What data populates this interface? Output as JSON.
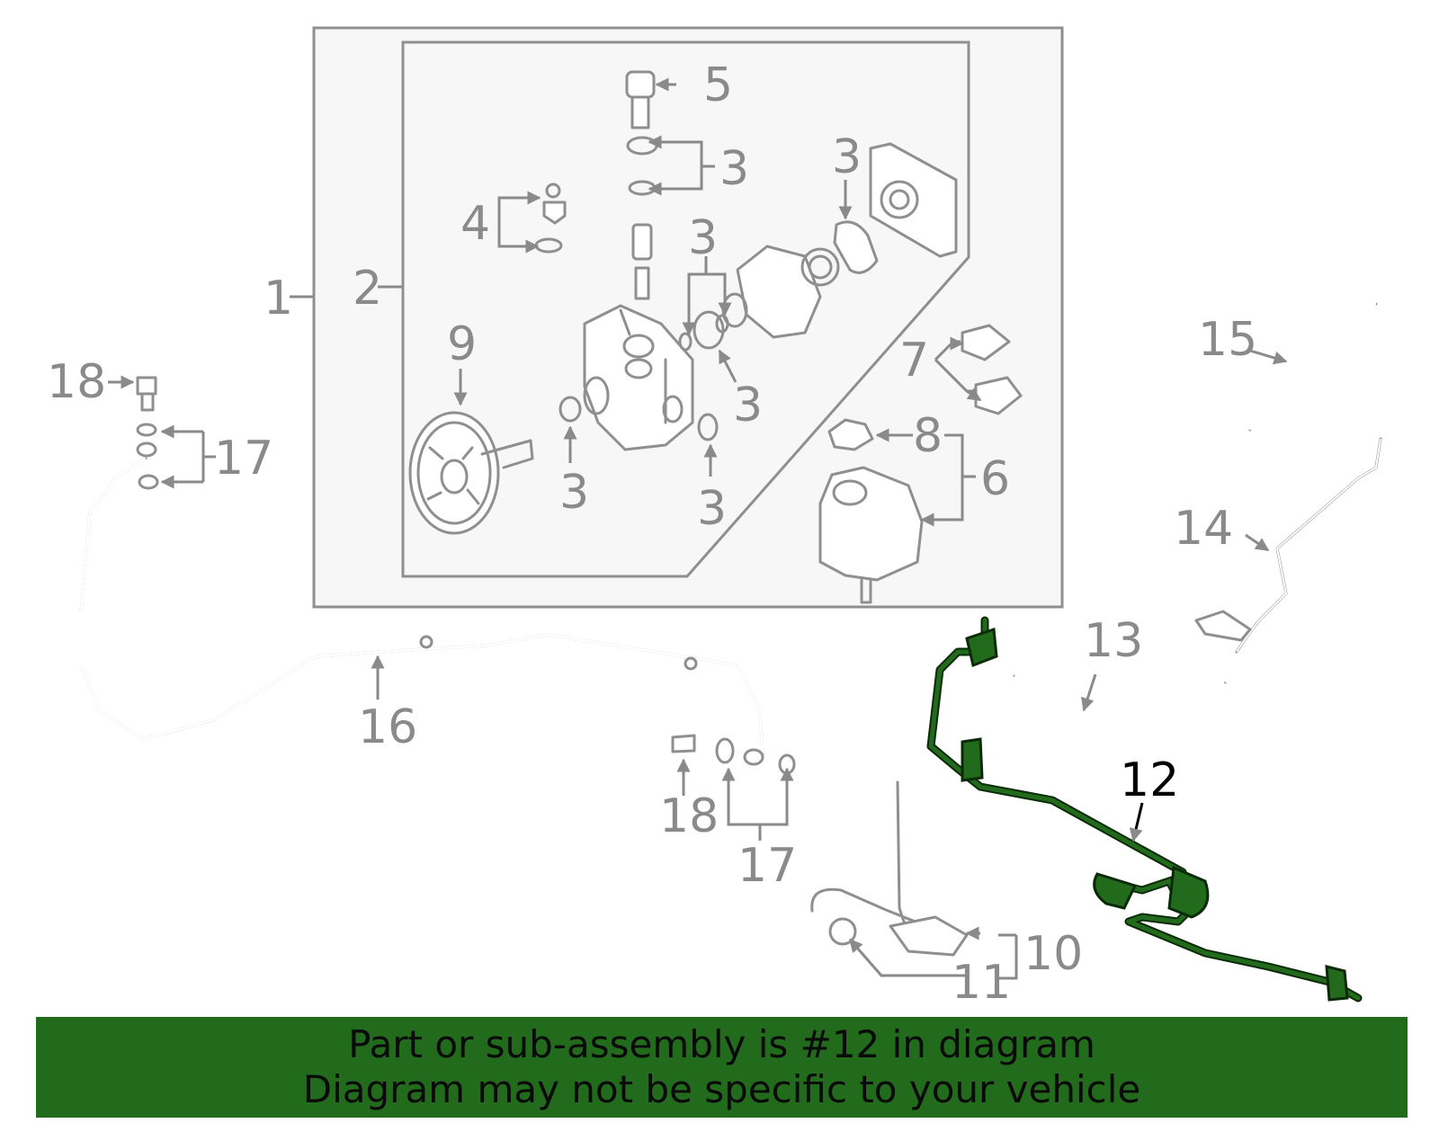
{
  "diagram": {
    "highlight_part": "12",
    "labels": {
      "p1": "1",
      "p2": "2",
      "p3a": "3",
      "p3b": "3",
      "p3c": "3",
      "p3d": "3",
      "p3e": "3",
      "p3f": "3",
      "p4": "4",
      "p5": "5",
      "p6": "6",
      "p7": "7",
      "p8": "8",
      "p9": "9",
      "p10": "10",
      "p11": "11",
      "p12": "12",
      "p13": "13",
      "p14": "14",
      "p15": "15",
      "p16": "16",
      "p17a": "17",
      "p17b": "17",
      "p18a": "18",
      "p18b": "18"
    },
    "colors": {
      "part_outline": "#8f8f8f",
      "label": "#8a8a8a",
      "highlight_fill": "#236b1c",
      "highlight_outline": "#0a2a08",
      "inset_background": "#f7f7f7",
      "banner_background": "#236b1c"
    }
  },
  "banner": {
    "line1": "Part or sub-assembly is #12 in diagram",
    "line2": "Diagram may not be specific to your vehicle"
  }
}
